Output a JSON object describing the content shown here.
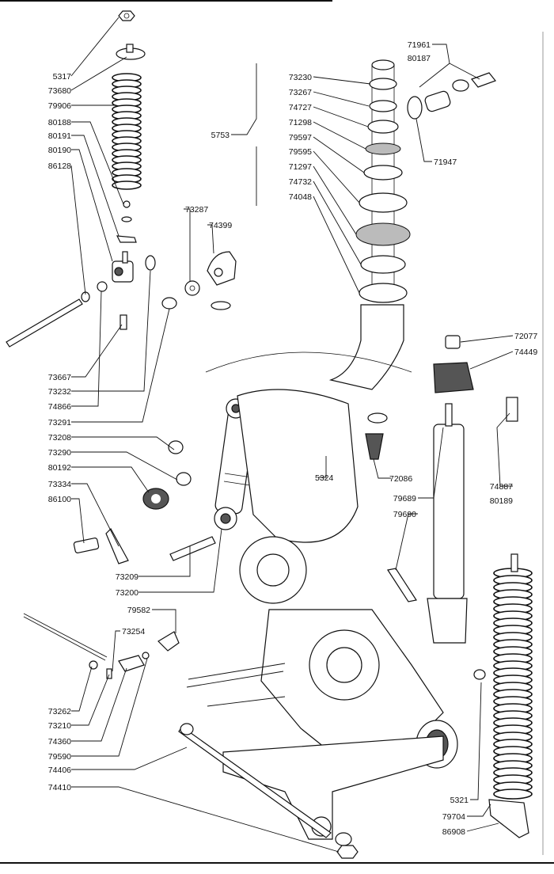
{
  "diagram": {
    "labels": {
      "p5317": "5317",
      "p73680": "73680",
      "p79906": "79906",
      "p80188": "80188",
      "p80191": "80191",
      "p80190": "80190",
      "p86128": "86128",
      "p73667": "73667",
      "p73232": "73232",
      "p74866": "74866",
      "p73291": "73291",
      "p73208": "73208",
      "p73290": "73290",
      "p80192": "80192",
      "p73334": "73334",
      "p86100": "86100",
      "p73209": "73209",
      "p73200": "73200",
      "p73287": "73287",
      "p74399": "74399",
      "p5753": "5753",
      "p73230": "73230",
      "p73267": "73267",
      "p74727": "74727",
      "p71298": "71298",
      "p79597": "79597",
      "p79595": "79595",
      "p71297": "71297",
      "p74732": "74732",
      "p74048": "74048",
      "p71961": "71961",
      "p80187": "80187",
      "p71947": "71947",
      "p72077": "72077",
      "p74449": "74449",
      "p5324": "5324",
      "p72086": "72086",
      "p74887": "74887",
      "p80189": "80189",
      "p79689": "79689",
      "p79690": "79690",
      "p79582": "79582",
      "p73254": "73254",
      "p73262": "73262",
      "p73210": "73210",
      "p74360": "74360",
      "p79590": "79590",
      "p74406": "74406",
      "p74410": "74410",
      "p5321": "5321",
      "p79704": "79704",
      "p86908": "86908"
    }
  }
}
